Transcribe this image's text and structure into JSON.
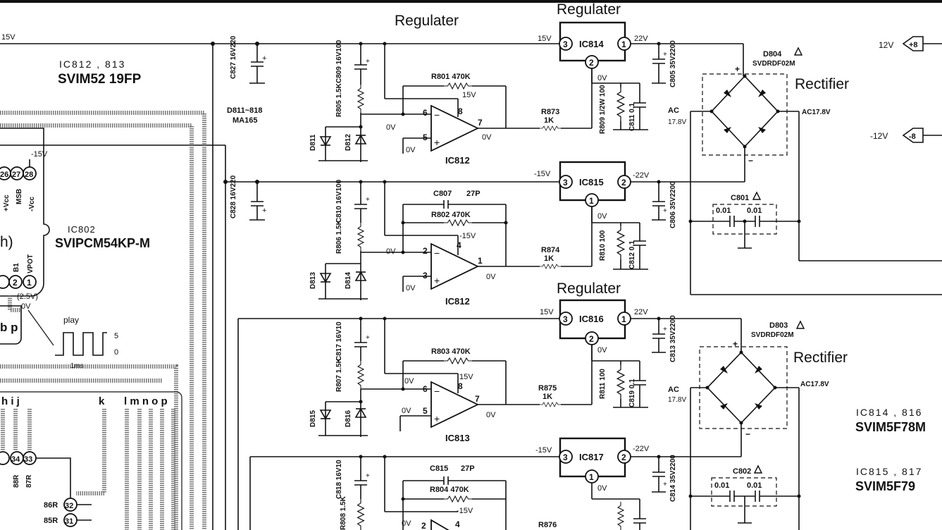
{
  "titles": {
    "regulater_1": "Regulater",
    "regulater_2": "Regulater",
    "regulater_3": "Regulater",
    "rectifier_1": "Rectifier",
    "rectifier_2": "Rectifier"
  },
  "ic_labels": {
    "ic812_813_ref": "IC812 , 813",
    "ic812_813_part": "SVIM52 19FP",
    "ic802_ref": "IC802",
    "ic802_part": "SVIPCM54KP-M",
    "ic814_816_ref": "IC814 , 816",
    "ic814_816_part": "SVIM5F78M",
    "ic815_817_ref": "IC815 , 817",
    "ic815_817_part": "SVIM5F79"
  },
  "regulators": [
    {
      "name": "IC814",
      "in": "15V",
      "out": "22V",
      "gnd": "0V"
    },
    {
      "name": "IC815",
      "in": "-15V",
      "out": "-22V",
      "gnd": "0V"
    },
    {
      "name": "IC816",
      "in": "15V",
      "out": "22V",
      "gnd": "0V"
    },
    {
      "name": "IC817",
      "in": "-15V",
      "out": "-22V",
      "gnd": "0V"
    }
  ],
  "opamps": [
    {
      "name": "IC812",
      "pin_minus": "6",
      "pin_plus": "5",
      "pin_out": "7",
      "pin_sup": "8",
      "supply": "15V"
    },
    {
      "name": "IC812",
      "pin_minus": "2",
      "pin_plus": "3",
      "pin_out": "1",
      "pin_sup": "4",
      "supply": "-15V"
    },
    {
      "name": "IC813",
      "pin_minus": "6",
      "pin_plus": "5",
      "pin_out": "7",
      "pin_sup": "8",
      "supply": "15V"
    }
  ],
  "resistors": {
    "r801": "R801 470K",
    "r802": "R802 470K",
    "r803": "R803 470K",
    "r804": "R804 470K",
    "r805": "R805 1.5K",
    "r806": "R806 1.5K",
    "r807": "R807 1.5K",
    "r808": "R808 1.5K",
    "r873": "R873",
    "r874": "R874",
    "r875": "R875",
    "r876": "R876",
    "r_1k": "1K",
    "r809": "R809 1/2W 100",
    "r810": "R810 100",
    "r811": "R811 100"
  },
  "capacitors": {
    "c827": "C827 16V220",
    "c828": "C828 16V220",
    "c809": "C809 16V100",
    "c810": "C810 16V100",
    "c817": "C817 16V10",
    "c818": "C818 16V10",
    "c805": "C805 35V2200",
    "c806": "C806 35V2200",
    "c813": "C813 35V2200",
    "c814": "C814 35V2200",
    "c811": "C811 0.1",
    "c812": "C812 0.1",
    "c819": "C819 0.1",
    "c807": "C807",
    "c815": "C815",
    "c_27p": "27P",
    "c801": "C801",
    "c802": "C802",
    "c_001": "0.01"
  },
  "diodes": {
    "d811_818": "D811~818",
    "ma165": "MA165",
    "d811": "D811",
    "d812": "D812",
    "d813": "D813",
    "d814": "D814",
    "d815": "D815",
    "d816": "D816",
    "d804": "D804",
    "d803": "D803",
    "bridge_part": "SVDRDF02M"
  },
  "voltages": {
    "v15": "15V",
    "vm15": "-15V",
    "v22": "22V",
    "vm22": "-22V",
    "v0": "0V",
    "ac": "AC",
    "v178": "17.8V",
    "ac178": "AC17.8V",
    "v12": "12V",
    "vm12": "-12V",
    "v25": "(2.5V)"
  },
  "ic802_pins": {
    "p28": "28",
    "p27": "27",
    "p26": "26",
    "vcc_p": "+Vcc",
    "msb": "MSB",
    "vcc_m": "-Vcc",
    "p2": "2",
    "p1": "1",
    "b1": "B1",
    "vpot": "VPOT",
    "h": "h)",
    "bp": "b p",
    "mvcc": "-15V"
  },
  "waveform": {
    "label": "play",
    "hi": "5",
    "lo": "0",
    "period": "1ms"
  },
  "bus": {
    "letters": "h i j",
    "k": "k",
    "lmnop": "l m n o p",
    "p34": "34",
    "p33": "33",
    "p32": "32",
    "p31": "31",
    "l88r": "88R",
    "l87r": "87R",
    "l86r": "86R",
    "l85r": "85R"
  },
  "connectors": {
    "c8p": "+8",
    "c8m": "-8"
  }
}
